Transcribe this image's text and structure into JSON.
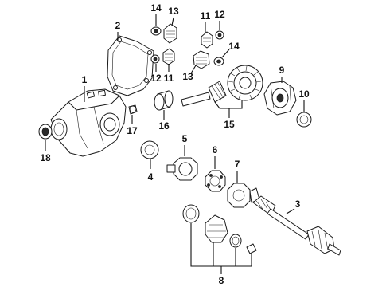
{
  "diagram": {
    "background": "#ffffff",
    "ink": "#1a1a1a",
    "callouts": [
      "1",
      "2",
      "3",
      "4",
      "5",
      "6",
      "7",
      "8",
      "9",
      "10",
      "11",
      "11",
      "12",
      "12",
      "13",
      "13",
      "14",
      "14",
      "15",
      "16",
      "17",
      "18"
    ]
  }
}
